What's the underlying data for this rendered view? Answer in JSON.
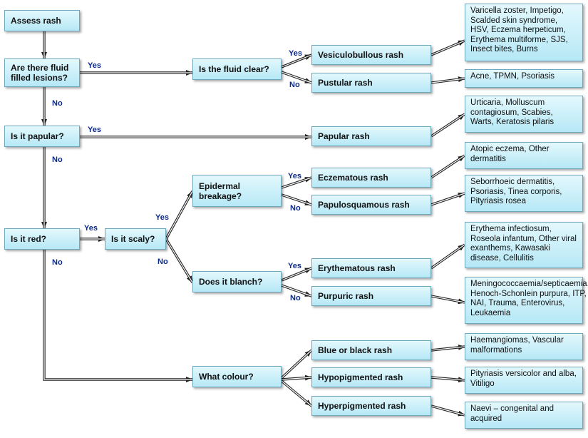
{
  "questions": {
    "assess": "Assess rash",
    "fluid": "Are there fluid filled lesions?",
    "clear": "Is the fluid clear?",
    "papular": "Is it papular?",
    "red": "Is it red?",
    "scaly": "Is it scaly?",
    "epidermal": "Epidermal breakage?",
    "blanch": "Does it blanch?",
    "colour": "What colour?"
  },
  "rashes": {
    "vesiculobullous": "Vesiculobullous rash",
    "pustular": "Pustular rash",
    "papular": "Papular rash",
    "eczematous": "Eczematous  rash",
    "papulosquamous": "Papulosquamous rash",
    "erythematous": "Erythematous  rash",
    "purpuric": "Purpuric rash",
    "blue_black": "Blue or black rash",
    "hypopigmented": "Hypopigmented rash",
    "hyperpigmented": "Hyperpigmented  rash"
  },
  "causes": {
    "vesiculobullous": "Varicella zoster, Impetigo, Scalded skin syndrome, HSV, Eczema herpeticum, Erythema multiforme, SJS, Insect bites, Burns",
    "pustular": "Acne, TPMN, Psoriasis",
    "papular": "Urticaria, Molluscum contagiosum, Scabies, Warts, Keratosis pilaris",
    "eczematous": "Atopic eczema, Other dermatitis",
    "papulosquamous": "Seborrhoeic dermatitis, Psoriasis, Tinea corporis, Pityriasis rosea",
    "erythematous": "Erythema infectiosum, Roseola infantum, Other viral exanthems, Kawasaki disease, Cellulitis",
    "purpuric": "Meningococcaemia/septicaemia, Henoch-Schonlein purpura, ITP, NAI, Trauma, Enterovirus, Leukaemia",
    "blue_black": "Haemangiomas, Vascular malformations",
    "hypopigmented": "Pityriasis versicolor and alba, Vitiligo",
    "hyperpigmented": "Naevi – congenital and acquired"
  },
  "labels": {
    "yes": "Yes",
    "no": "No"
  },
  "colors": {
    "box_top": "#e3f8fd",
    "box_bottom": "#b6e8f6",
    "border": "#6fa7bd",
    "label_text": "#0b2a8a",
    "arrow": "#222222"
  }
}
